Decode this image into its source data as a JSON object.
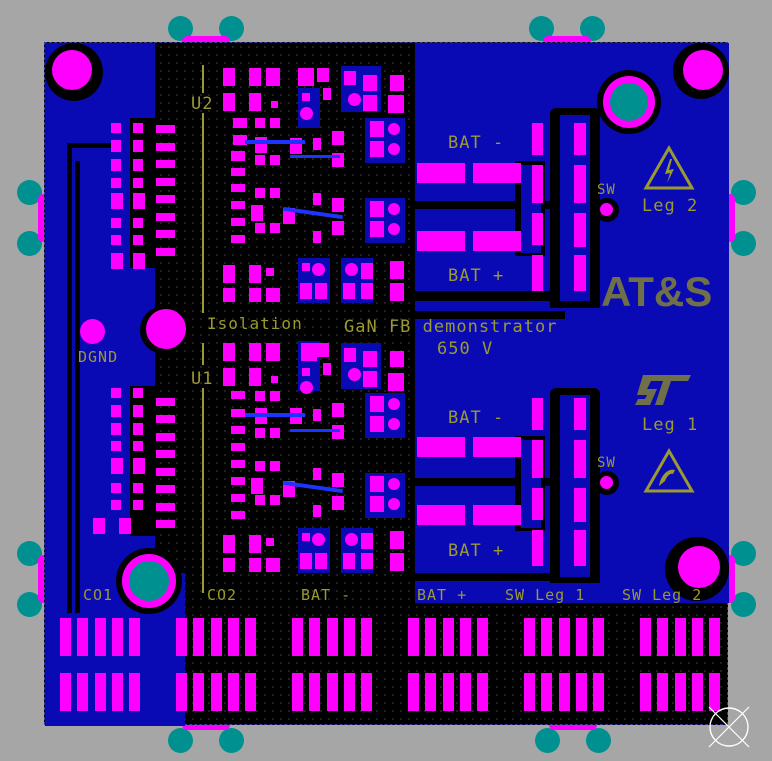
{
  "board": {
    "title": "GaN FB demonstrator",
    "voltage": "650 V",
    "brand_logo": "AT&S",
    "st_logo": "ST",
    "isolation_label": "Isolation",
    "u1_label": "U1",
    "u2_label": "U2",
    "dgnd_label": "DGND",
    "leg2_label": "Leg 2",
    "leg1_label": "Leg 1",
    "sw_label_top": "SW",
    "sw_label_bottom": "SW",
    "bat_minus_top": "BAT -",
    "bat_plus_top": "BAT +",
    "bat_minus_bottom": "BAT -",
    "bat_plus_bottom": "BAT +"
  },
  "connectors": [
    {
      "label": "CO1"
    },
    {
      "label": "CO2"
    },
    {
      "label": "BAT -"
    },
    {
      "label": "BAT +"
    },
    {
      "label": "SW Leg 1"
    },
    {
      "label": "SW Leg 2"
    }
  ],
  "icons": {
    "high_voltage": "high-voltage-warning-icon",
    "esd": "esd-warning-icon",
    "origin": "origin-crosshair-icon"
  },
  "colors": {
    "background": "#a6a6a6",
    "board": "#000000",
    "copper": "#0a0ab4",
    "pad": "#ff00ff",
    "silkscreen": "#9a9a30",
    "drill": "#009090",
    "trace": "#1b35ff"
  }
}
